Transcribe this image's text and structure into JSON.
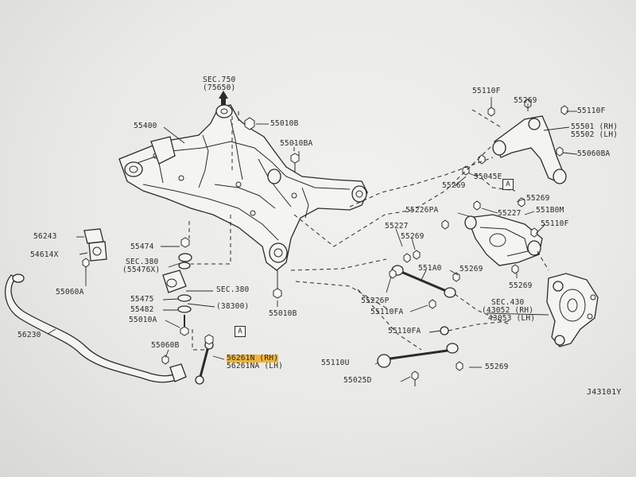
{
  "diagram_code": "J43101Y",
  "callouts": {
    "sec750": "SEC.750",
    "sec750_ref": "(75650)",
    "p55400": "55400",
    "p55010B_top": "55010B",
    "p55010BA": "55010BA",
    "p56243": "56243",
    "p54614X": "54614X",
    "p55060A": "55060A",
    "p55474": "55474",
    "sec380a": "SEC.380",
    "sec380a_ref": "(55476X)",
    "sec380b": "SEC.380",
    "sec380b_ref": "(38300)",
    "p55475": "55475",
    "p55482": "55482",
    "p55010A": "55010A",
    "p56230": "56230",
    "p55060B": "55060B",
    "p56261N": "56261N (RH)",
    "p56261NA": "56261NA (LH)",
    "p55010B_bottom": "55010B",
    "p55110F_top": "55110F",
    "p55269_top": "55269",
    "p55110F_right": "55110F",
    "p55501": "55501 (RH)",
    "p55502": "55502 (LH)",
    "p55060BA": "55060BA",
    "p55045E": "55045E",
    "p55269_a": "55269",
    "p55269_b": "55269",
    "p55226PA": "55226PA",
    "p55227_right": "55227",
    "p551B0M": "551B0M",
    "p55227_left": "55227",
    "p55269_c": "55269",
    "p55110F_mid": "55110F",
    "p551A0": "551A0",
    "p55269_d": "55269",
    "p55226P": "55226P",
    "p55110FA_a": "55110FA",
    "p55269_e": "55269",
    "sec430": "SEC.430",
    "sec430_rh": "(43052 (RH)",
    "sec430_lh": "43053 (LH)",
    "p55110FA_b": "55110FA",
    "p55110U": "55110U",
    "p55269_f": "55269",
    "p55025D": "55025D",
    "ref_a": "A"
  },
  "colors": {
    "highlight": "#f1b43a",
    "line": "#2b2b2b",
    "paper": "#efefec"
  }
}
